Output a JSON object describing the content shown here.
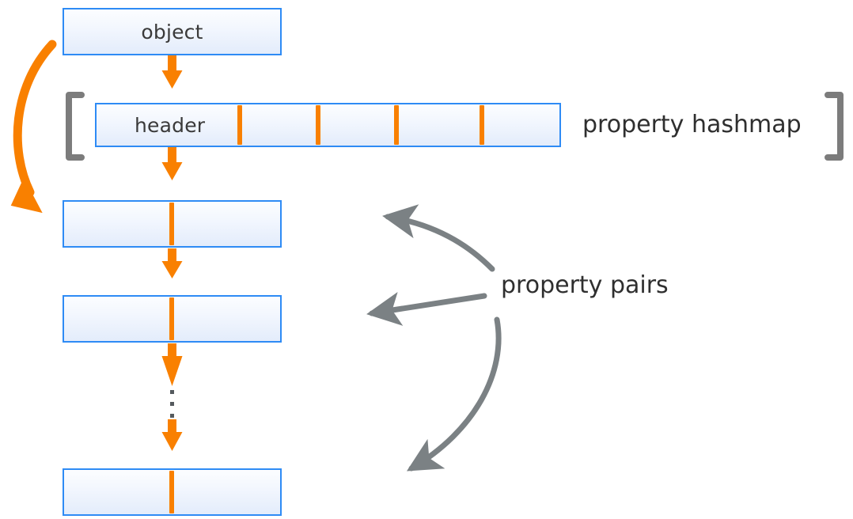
{
  "diagram": {
    "title": "object property storage layout",
    "colors": {
      "box_border": "#2e8bf5",
      "box_fill_top": "#fcfdff",
      "box_fill_bottom": "#e3ecfb",
      "arrow_orange": "#f98000",
      "arrow_gray": "#7b8184",
      "bracket_gray": "#7c7c7c",
      "text": "#3a3a3a",
      "background": "#ffffff"
    }
  },
  "nodes": {
    "object": {
      "label": "object"
    },
    "hashmap": {
      "label": "header",
      "slot_count": 4
    },
    "pairs": [
      {
        "label": ""
      },
      {
        "label": ""
      },
      {
        "label": ""
      }
    ]
  },
  "captions": {
    "hashmap": "property hashmap",
    "pairs": "property pairs"
  },
  "brackets": {
    "open": "[",
    "close": "]"
  },
  "ellipsis": {
    "dots": 3,
    "meaning": "continues"
  },
  "arrows": {
    "object_to_hashmap": {
      "kind": "orange-down-arrow"
    },
    "hashmap_to_pair1": {
      "kind": "orange-down-arrow"
    },
    "pair1_to_pair2": {
      "kind": "orange-down-arrow"
    },
    "pair2_to_ellipsis": {
      "kind": "orange-down-arrow"
    },
    "ellipsis_to_last": {
      "kind": "orange-down-arrow"
    },
    "object_to_pair1_curve": {
      "kind": "orange-curved-arrow"
    },
    "pairs_label_to_pair1": {
      "kind": "gray-curved-arrow"
    },
    "pairs_label_to_pair2": {
      "kind": "gray-straight-arrow"
    },
    "pairs_label_to_last": {
      "kind": "gray-curved-arrow"
    }
  }
}
